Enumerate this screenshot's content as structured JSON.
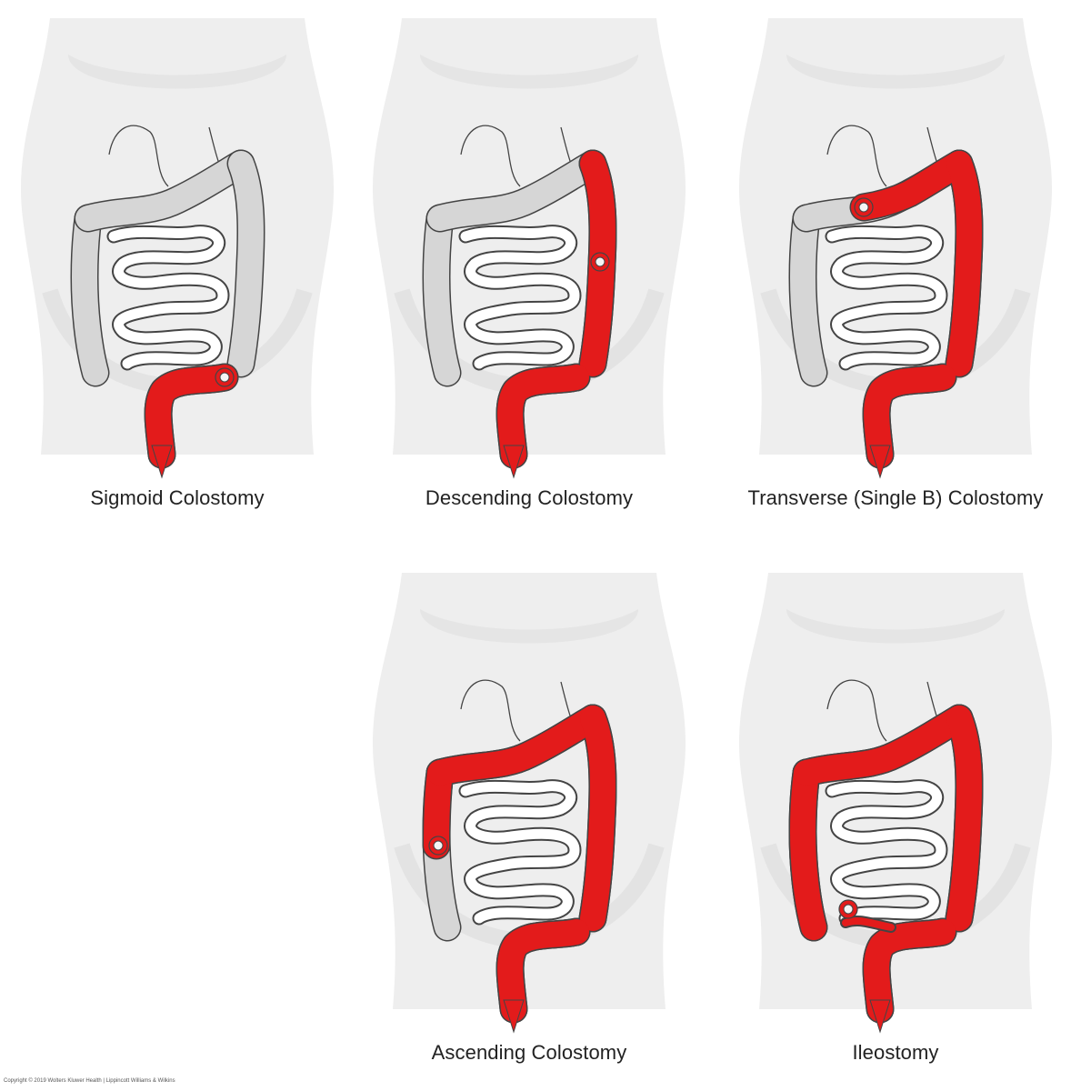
{
  "colors": {
    "body_fill": "#eeeeee",
    "body_shadow": "#dcdcdc",
    "outline": "#444444",
    "colon_grey": "#d6d6d6",
    "highlight_red": "#e31b1b",
    "small_intestine_fill": "#ffffff"
  },
  "panels": [
    {
      "id": "sigmoid",
      "caption": "Sigmoid Colostomy",
      "highlight": [
        "sigmoid"
      ],
      "stoma": "sigmoid"
    },
    {
      "id": "descending",
      "caption": "Descending Colostomy",
      "highlight": [
        "descending",
        "sigmoid"
      ],
      "stoma": "descending"
    },
    {
      "id": "transverse",
      "caption": "Transverse (Single B) Colostomy",
      "highlight": [
        "transverse_part",
        "descending",
        "sigmoid"
      ],
      "stoma": "transverse"
    },
    {
      "id": "ascending",
      "caption": "Ascending Colostomy",
      "highlight": [
        "ascending_part",
        "transverse",
        "descending",
        "sigmoid"
      ],
      "stoma": "ascending"
    },
    {
      "id": "ileostomy",
      "caption": "Ileostomy",
      "highlight": [
        "ascending",
        "transverse",
        "descending",
        "sigmoid",
        "ileum"
      ],
      "stoma": "ileum"
    }
  ],
  "copyright": "Copyright © 2019 Wolters Kluwer Health | Lippincott Williams & Wilkins"
}
